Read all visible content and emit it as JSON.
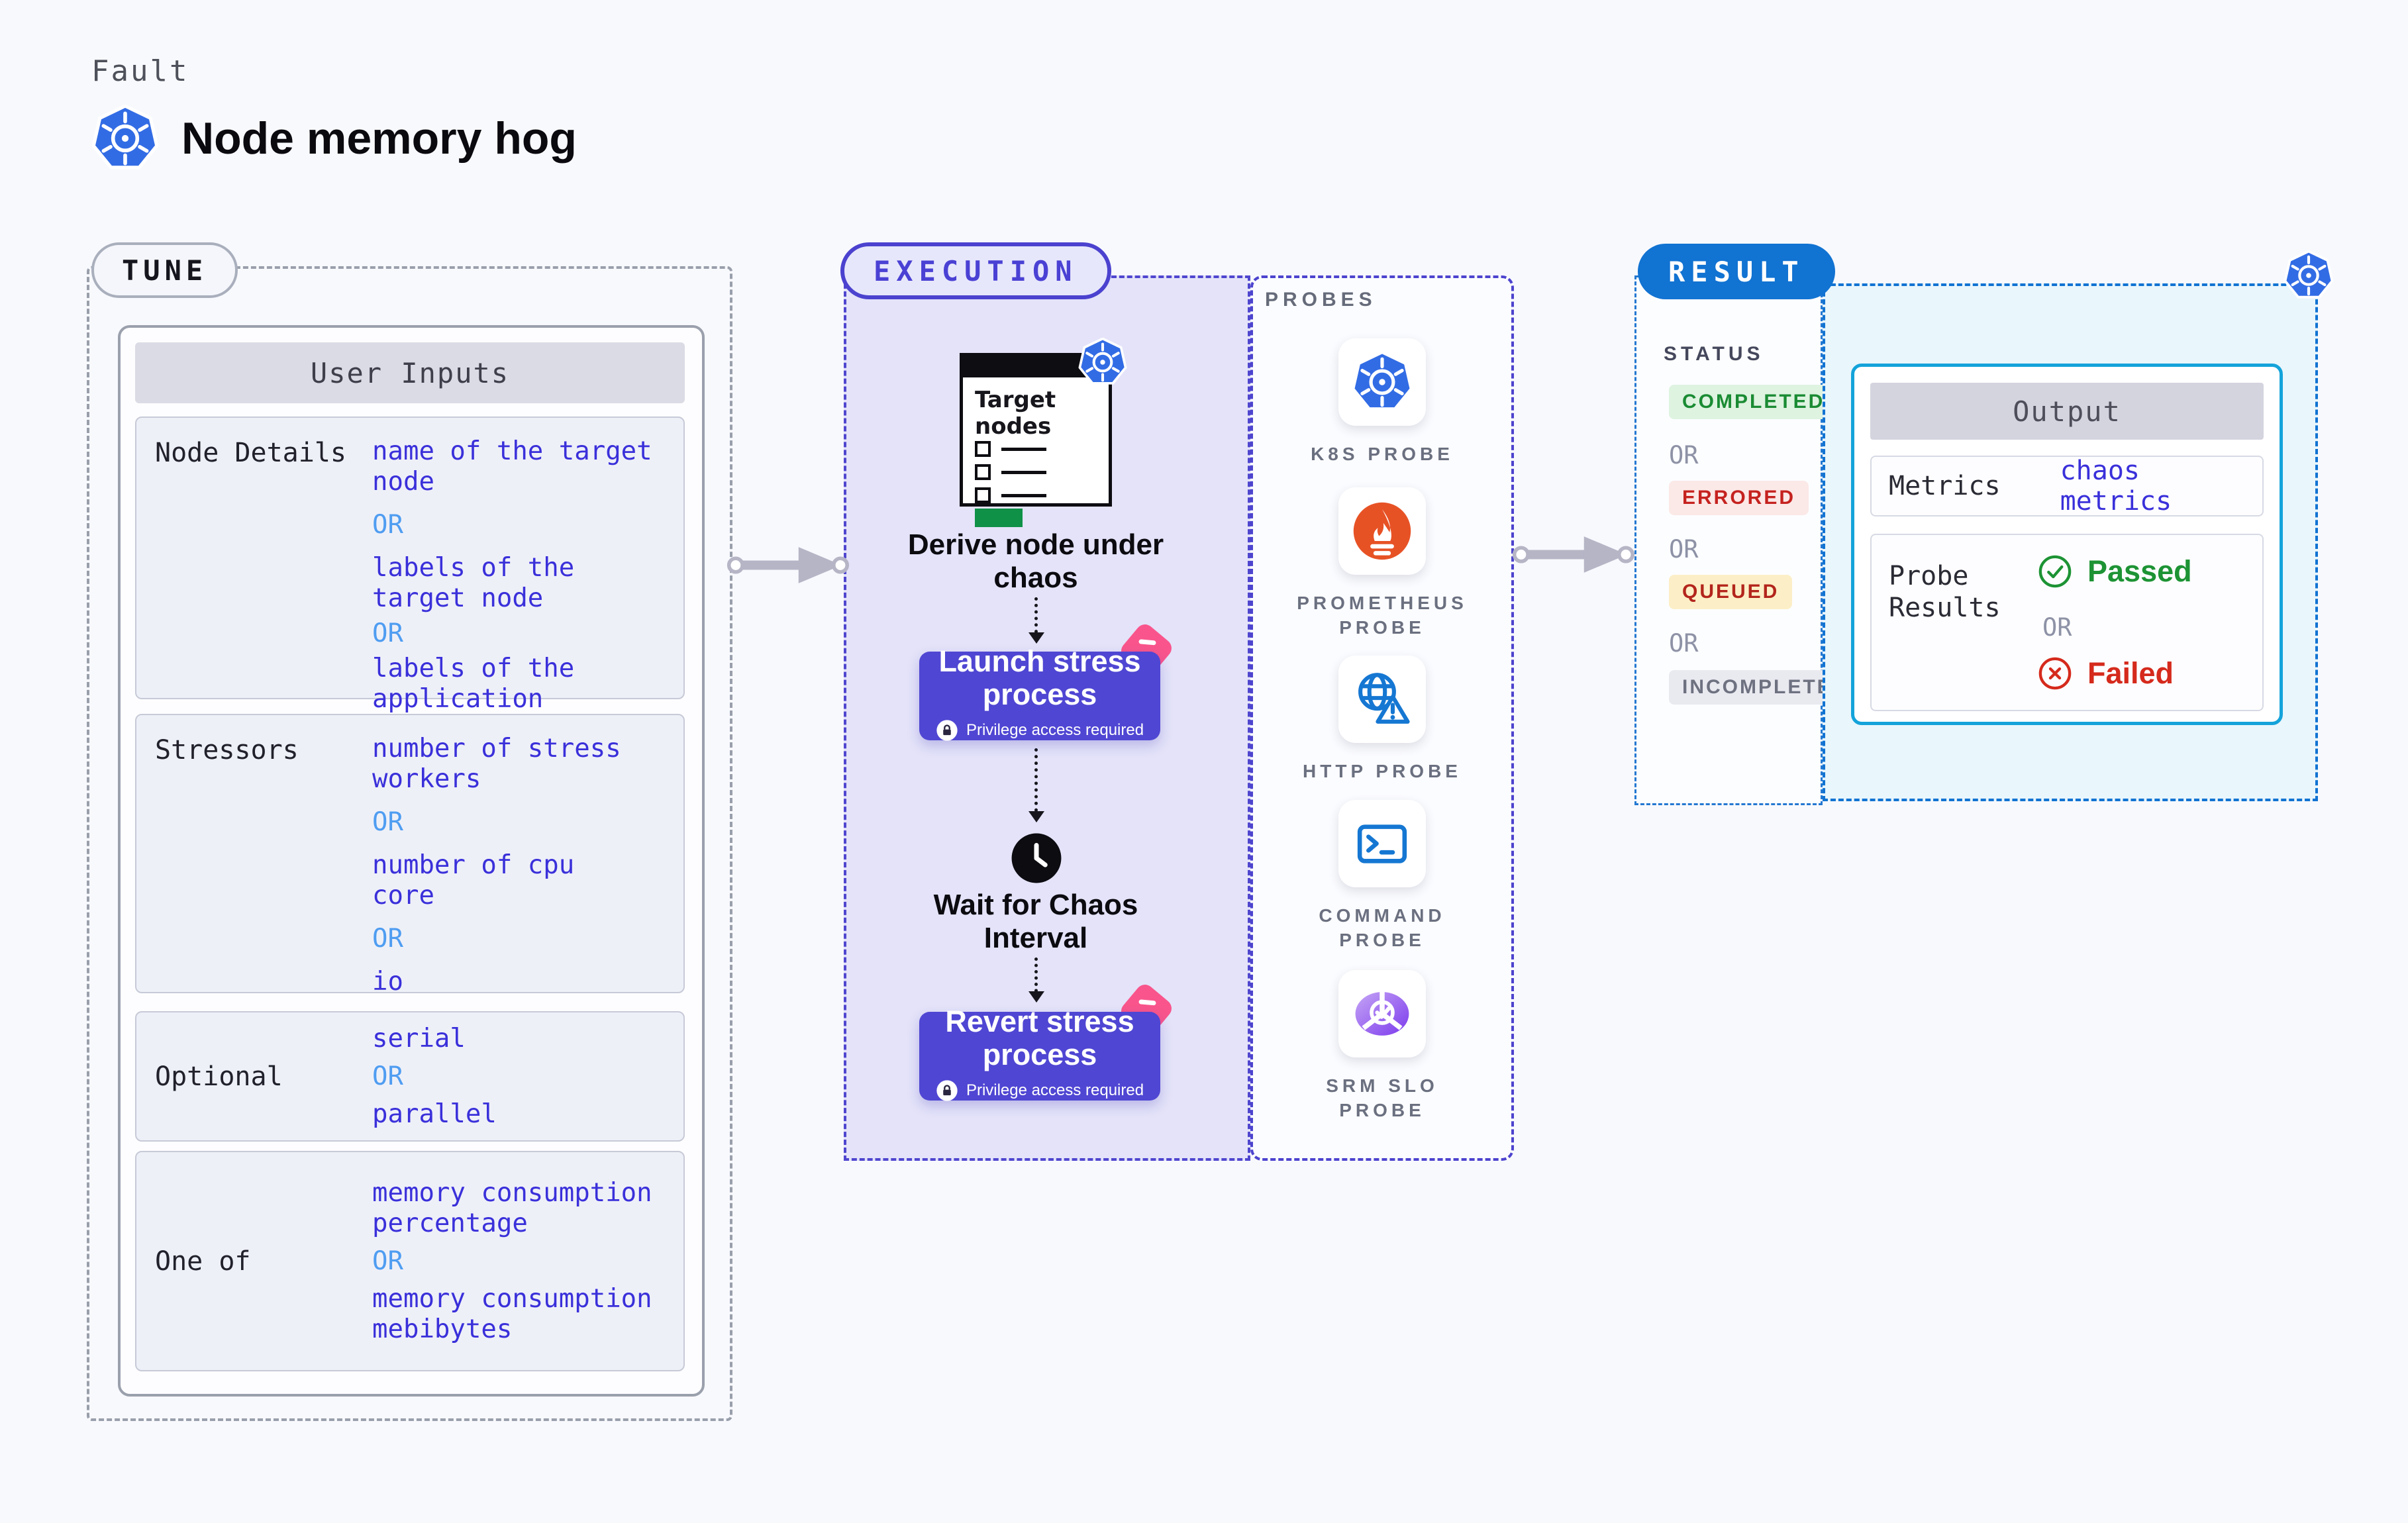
{
  "header": {
    "kicker": "Fault",
    "title": "Node memory hog"
  },
  "tune": {
    "badge": "TUNE",
    "card_title": "User Inputs",
    "or": "OR",
    "rows": [
      {
        "label": "Node Details",
        "values": [
          "name of the target\nnode",
          "labels of the\ntarget node",
          "labels of the application\n scheduled on target node"
        ]
      },
      {
        "label": "Stressors",
        "values": [
          "number of stress\nworkers",
          "number of cpu\ncore",
          "io"
        ]
      },
      {
        "label": "Optional",
        "values": [
          "serial",
          "parallel"
        ]
      },
      {
        "label": "One of",
        "values": [
          "memory consumption\npercentage",
          "memory consumption\nmebibytes"
        ]
      }
    ]
  },
  "execution": {
    "badge": "EXECUTION",
    "target_card_title": "Target\nnodes",
    "derive_caption": "Derive node under\nchaos",
    "launch_label": "Launch stress\nprocess",
    "privilege_note": "Privilege access required",
    "wait_caption": "Wait for Chaos\nInterval",
    "revert_label": "Revert stress\nprocess"
  },
  "probes": {
    "label": "PROBES",
    "items": [
      {
        "name": "k8s-probe",
        "label": "K8S PROBE"
      },
      {
        "name": "prometheus-probe",
        "label": "PROMETHEUS\nPROBE"
      },
      {
        "name": "http-probe",
        "label": "HTTP PROBE"
      },
      {
        "name": "command-probe",
        "label": "COMMAND\nPROBE"
      },
      {
        "name": "srm-slo-probe",
        "label": "SRM SLO\nPROBE"
      }
    ]
  },
  "result": {
    "badge": "RESULT",
    "status_label": "STATUS",
    "or": "OR",
    "statuses": [
      {
        "label": "COMPLETED",
        "bg": "#def3e0",
        "color": "#1a8b33"
      },
      {
        "label": "ERRORED",
        "bg": "#fbe9e7",
        "color": "#c5221f"
      },
      {
        "label": "QUEUED",
        "bg": "#fcefc7",
        "color": "#b3251c"
      },
      {
        "label": "INCOMPLETED",
        "bg": "#e9e9f0",
        "color": "#6d7180"
      }
    ],
    "output": {
      "title": "Output",
      "metrics_label": "Metrics",
      "metrics_value": "chaos metrics",
      "probe_results_label": "Probe\nResults",
      "passed": "Passed",
      "failed": "Failed"
    }
  },
  "palette": {
    "page_bg": "#f8f9fd",
    "accent_indigo": "#4f46d3",
    "value_text": "#3a30da",
    "or_blue": "#4f9df1",
    "or_gray": "#8e92a6",
    "execution_bg": "#e4e3f9",
    "result_blue": "#1173d2",
    "output_border": "#14a3da",
    "k8s_blue": "#326ce5",
    "prometheus_orange": "#e75225",
    "probe_icon_blue": "#1577d2",
    "srm_purple": "#7c3aed",
    "pink_badge": "#f9558c",
    "passed_green": "#1d9334",
    "failed_red": "#d52a1c",
    "arrow_gray": "#b5b5c6"
  }
}
